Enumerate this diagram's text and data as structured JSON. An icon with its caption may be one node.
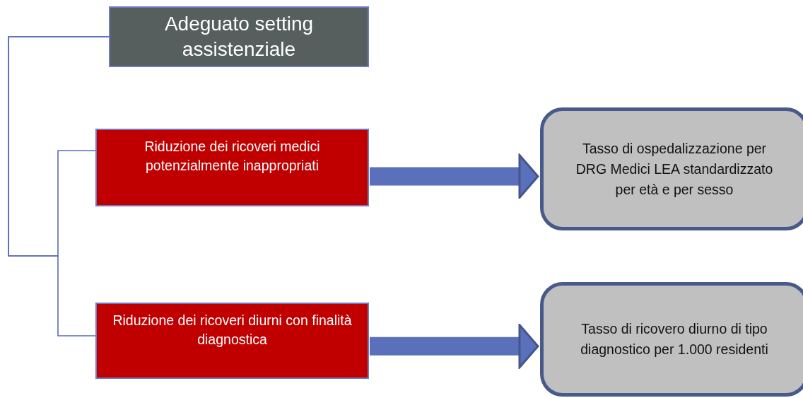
{
  "diagram": {
    "nodes": [
      {
        "text": [
          "Adeguato setting assistenziale"
        ]
      },
      {
        "text": [
          "Riduzione dei ricoveri medici potenzialmente inappropriati"
        ]
      },
      {
        "text": [
          "Riduzione dei ricoveri diurni con finalità diagnostica"
        ]
      },
      {
        "text": [
          "Tasso di ospedalizzazione per DRG Medici LEA standardizzato per età e per sesso"
        ]
      },
      {
        "text": [
          "Tasso di ricovero diurno di tipo diagnostico per 1.000 residenti"
        ]
      }
    ],
    "edges": [
      {
        "from": 0,
        "to": 1,
        "arrow": "none"
      },
      {
        "from": 0,
        "to": 2,
        "arrow": "none"
      },
      {
        "from": 1,
        "to": 3,
        "arrow": "to",
        "style": "thick"
      },
      {
        "from": 2,
        "to": 4,
        "arrow": "to",
        "style": "thick"
      }
    ]
  }
}
